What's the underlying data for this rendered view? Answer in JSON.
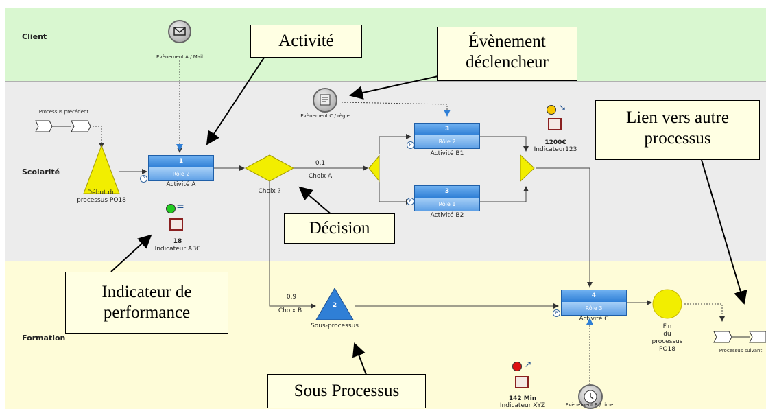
{
  "lanes": {
    "client": "Client",
    "scolarite": "Scolarité",
    "formation": "Formation"
  },
  "events": {
    "mail": "Evènement A / Mail",
    "regle": "Evènement C / règle",
    "timer": "Evènement B / timer"
  },
  "links": {
    "precedent": "Processus précédent",
    "suivant": "Processus suivant"
  },
  "start": {
    "line1": "Début du",
    "line2": "processus PO18"
  },
  "end": {
    "line1": "Fin",
    "line2": "du",
    "line3": "processus",
    "line4": "PO18"
  },
  "activities": {
    "a": {
      "num": "1",
      "role": "Rôle 2",
      "label": "Activité A"
    },
    "b1": {
      "num": "3",
      "role": "Rôle 2",
      "label": "Activité B1"
    },
    "b2": {
      "num": "3",
      "role": "Rôle 1",
      "label": "Activité B2"
    },
    "c": {
      "num": "4",
      "role": "Rôle 3",
      "label": "Activité C"
    }
  },
  "decision": {
    "label": "Choix ?",
    "choice_a_prob": "0,1",
    "choice_a": "Choix A",
    "choice_b_prob": "0,9",
    "choice_b": "Choix B"
  },
  "subprocess": {
    "num": "2",
    "label": "Sous-processus"
  },
  "indicators": {
    "abc": {
      "value": "18",
      "name": "Indicateur ABC",
      "color": "#22cc22",
      "trend": "="
    },
    "i123": {
      "value": "1200€",
      "name": "Indicateur123",
      "color": "#f7c600",
      "trend": "↘"
    },
    "xyz": {
      "value": "142 Min",
      "name": "Indicateur XYZ",
      "color": "#dd1111",
      "trend": "↗"
    }
  },
  "badge": "P",
  "callouts": {
    "activite": "Activité",
    "evenement_l1": "Évènement",
    "evenement_l2": "déclencheur",
    "lien_l1": "Lien vers autre",
    "lien_l2": "processus",
    "decision": "Décision",
    "indicateur_l1": "Indicateur de",
    "indicateur_l2": "performance",
    "sous": "Sous Processus"
  },
  "colors": {
    "client_lane": "#d9f7d0",
    "scolarite_lane": "#ececec",
    "formation_lane": "#fefcd8",
    "gateway": "#f2ee00",
    "activity": "#2f7fd6"
  }
}
